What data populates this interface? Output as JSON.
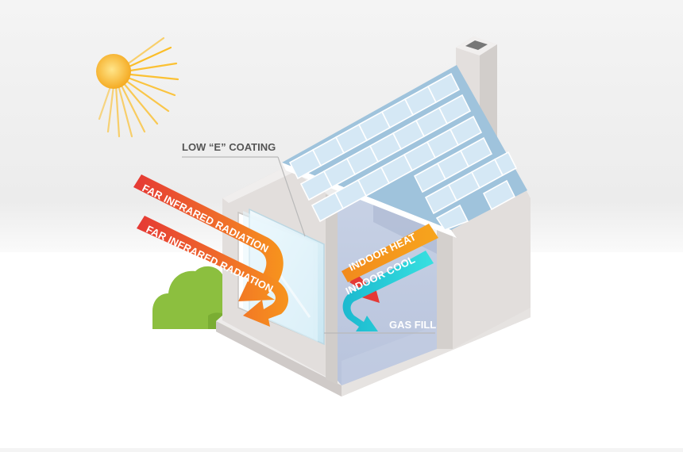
{
  "labels": {
    "coating": "LOW “E” COATING",
    "far_infrared_1": "FAR INFRARED RADIATION",
    "far_infrared_2": "FAR INFRARED RADIATION",
    "indoor_heat": "INDOOR HEAT",
    "indoor_cool": "INDOOR COOL",
    "gas_fill": "GAS FILL"
  },
  "icons": {
    "sun": "sun-icon",
    "house": "house-illustration",
    "bush": "bush-icon",
    "chimney": "chimney-icon",
    "window": "double-pane-window"
  },
  "colors": {
    "far_infrared_red": "#e53935",
    "far_infrared_orange": "#f7941d",
    "indoor_heat": "#f7941d",
    "indoor_cool": "#2ed3d3",
    "indoor_red_arrow": "#e53935",
    "sun": "#fdb913",
    "bush": "#8cbf3f",
    "roof_tile": "#cfe4f2",
    "wall": "#e2dedc"
  }
}
